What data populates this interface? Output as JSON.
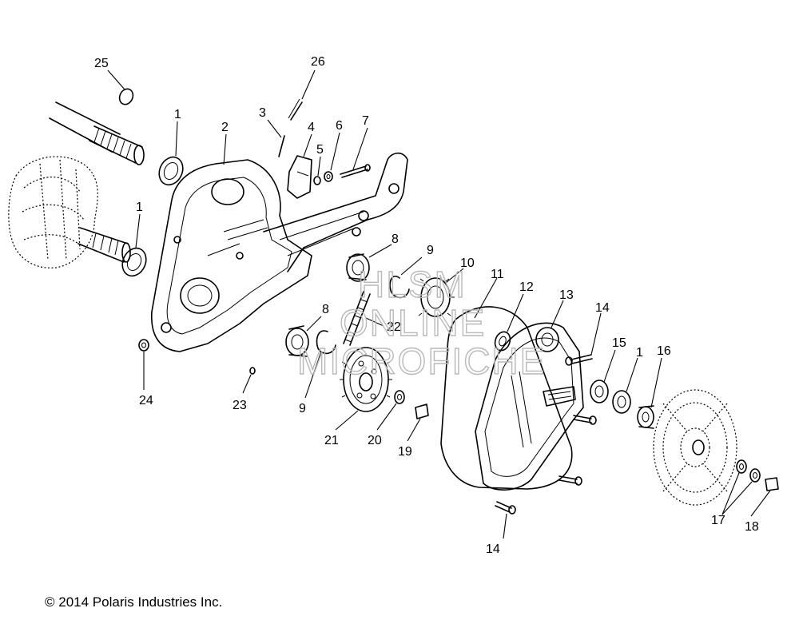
{
  "callouts": [
    {
      "id": "25",
      "text": "25"
    },
    {
      "id": "26",
      "text": "26"
    },
    {
      "id": "1a",
      "text": "1"
    },
    {
      "id": "2",
      "text": "2"
    },
    {
      "id": "3",
      "text": "3"
    },
    {
      "id": "4",
      "text": "4"
    },
    {
      "id": "5",
      "text": "5"
    },
    {
      "id": "6",
      "text": "6"
    },
    {
      "id": "7",
      "text": "7"
    },
    {
      "id": "1b",
      "text": "1"
    },
    {
      "id": "8a",
      "text": "8"
    },
    {
      "id": "9a",
      "text": "9"
    },
    {
      "id": "10",
      "text": "10"
    },
    {
      "id": "11",
      "text": "11"
    },
    {
      "id": "12",
      "text": "12"
    },
    {
      "id": "13",
      "text": "13"
    },
    {
      "id": "14a",
      "text": "14"
    },
    {
      "id": "8b",
      "text": "8"
    },
    {
      "id": "22",
      "text": "22"
    },
    {
      "id": "15",
      "text": "15"
    },
    {
      "id": "1c",
      "text": "1"
    },
    {
      "id": "16",
      "text": "16"
    },
    {
      "id": "24",
      "text": "24"
    },
    {
      "id": "23",
      "text": "23"
    },
    {
      "id": "9b",
      "text": "9"
    },
    {
      "id": "21",
      "text": "21"
    },
    {
      "id": "20",
      "text": "20"
    },
    {
      "id": "19",
      "text": "19"
    },
    {
      "id": "17",
      "text": "17"
    },
    {
      "id": "18",
      "text": "18"
    },
    {
      "id": "14b",
      "text": "14"
    }
  ],
  "watermark": {
    "line1": "HLSM",
    "line2": "ONLINE",
    "line3": "MICROFICHE"
  },
  "copyright": "© 2014 Polaris Industries Inc."
}
